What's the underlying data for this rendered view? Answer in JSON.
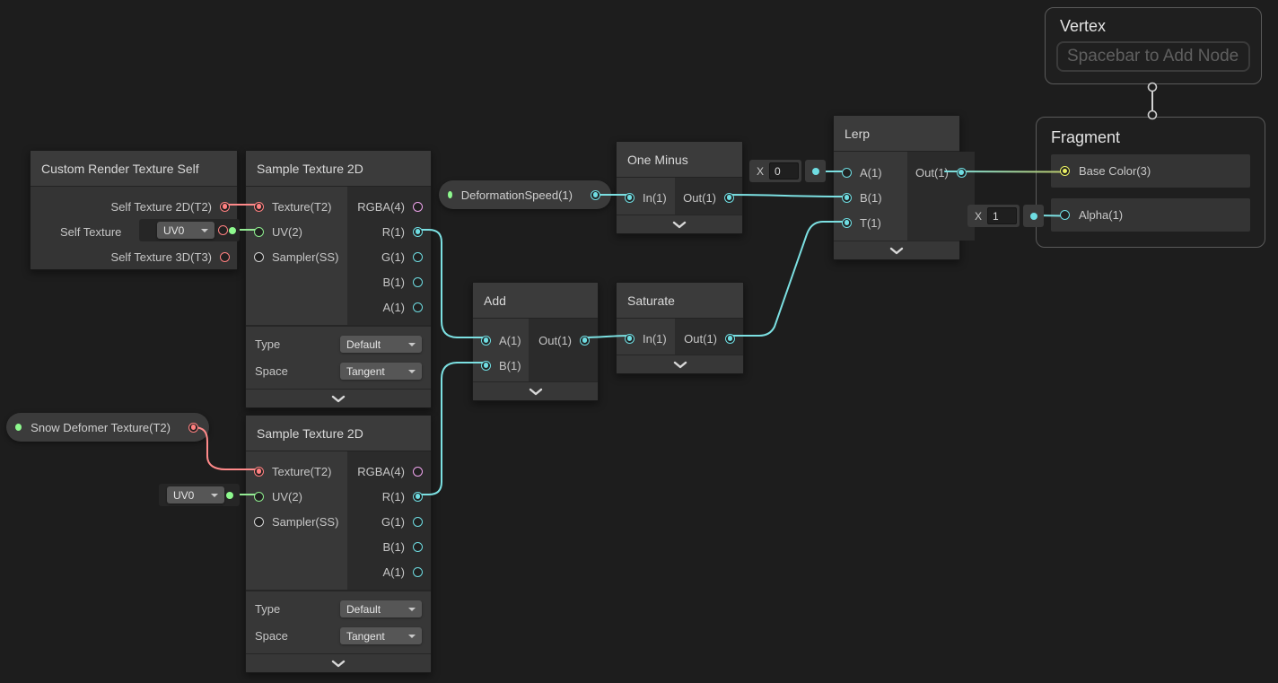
{
  "colors": {
    "canvas_bg": "#1d1d1d",
    "header_bg": "#3b3b3b",
    "input_col_bg": "#383838",
    "output_col_bg": "#2b2b2b",
    "props_bg": "#373737",
    "row_bg": "#343434",
    "panel_bg": "#1f1f1f",
    "panel_border": "#5a5a5a",
    "pill_bg": "#3b3b3b",
    "widget_bg": "#3a3a3a",
    "backdrop_bg": "#262626",
    "dropdown_bg": "#565656",
    "field_bg": "#1f1f1f",
    "text_1": "#d9d9d9",
    "text_2": "#c6c6c6",
    "placeholder": "#5f5f5f",
    "port_red": "#ff8080",
    "port_green": "#8deb8d",
    "port_cyan": "#6fdde2",
    "port_magenta": "#f0a5ee",
    "port_yellow": "#e9ef63",
    "port_gray": "#d4d4d4",
    "dot_green": "#8ef98e",
    "edge_cyan": "#7ce0e2",
    "edge_red": "#ff8a8a",
    "edge_green": "#94eb94",
    "edge_yellow": "#b9c86a",
    "edge_white": "#d2d2d2"
  },
  "nodes": {
    "custom_render_texture": {
      "title": "Custom Render Texture Self",
      "out_self_2d": "Self Texture 2D(T2)",
      "out_self_partial": "Self Texture",
      "out_self_3d": "Self Texture 3D(T3)"
    },
    "sampler_top": {
      "title": "Sample Texture 2D",
      "in_texture": "Texture(T2)",
      "in_uv": "UV(2)",
      "in_sampler": "Sampler(SS)",
      "out_rgba": "RGBA(4)",
      "out_r": "R(1)",
      "out_g": "G(1)",
      "out_b": "B(1)",
      "out_a": "A(1)",
      "type_label": "Type",
      "type_value": "Default",
      "space_label": "Space",
      "space_value": "Tangent"
    },
    "sampler_bottom": {
      "title": "Sample Texture 2D",
      "in_texture": "Texture(T2)",
      "in_uv": "UV(2)",
      "in_sampler": "Sampler(SS)",
      "out_rgba": "RGBA(4)",
      "out_r": "R(1)",
      "out_g": "G(1)",
      "out_b": "B(1)",
      "out_a": "A(1)",
      "type_label": "Type",
      "type_value": "Default",
      "space_label": "Space",
      "space_value": "Tangent"
    },
    "one_minus": {
      "title": "One Minus",
      "in": "In(1)",
      "out": "Out(1)"
    },
    "add": {
      "title": "Add",
      "in_a": "A(1)",
      "in_b": "B(1)",
      "out": "Out(1)"
    },
    "saturate": {
      "title": "Saturate",
      "in": "In(1)",
      "out": "Out(1)"
    },
    "lerp": {
      "title": "Lerp",
      "in_a": "A(1)",
      "in_b": "B(1)",
      "in_t": "T(1)",
      "out": "Out(1)"
    },
    "vertex": {
      "title": "Vertex",
      "placeholder": "Spacebar to Add Node"
    },
    "fragment": {
      "title": "Fragment",
      "base_color": "Base Color(3)",
      "alpha": "Alpha(1)"
    }
  },
  "properties": {
    "deformation_speed": "DeformationSpeed(1)",
    "snow_deformer": "Snow Defomer Texture(T2)"
  },
  "widgets": {
    "uv_channel_top": "UV0",
    "uv_channel_bottom": "UV0",
    "lerp_a_default": {
      "label": "X",
      "value": "0"
    },
    "fragment_alpha_default": {
      "label": "X",
      "value": "1"
    }
  }
}
